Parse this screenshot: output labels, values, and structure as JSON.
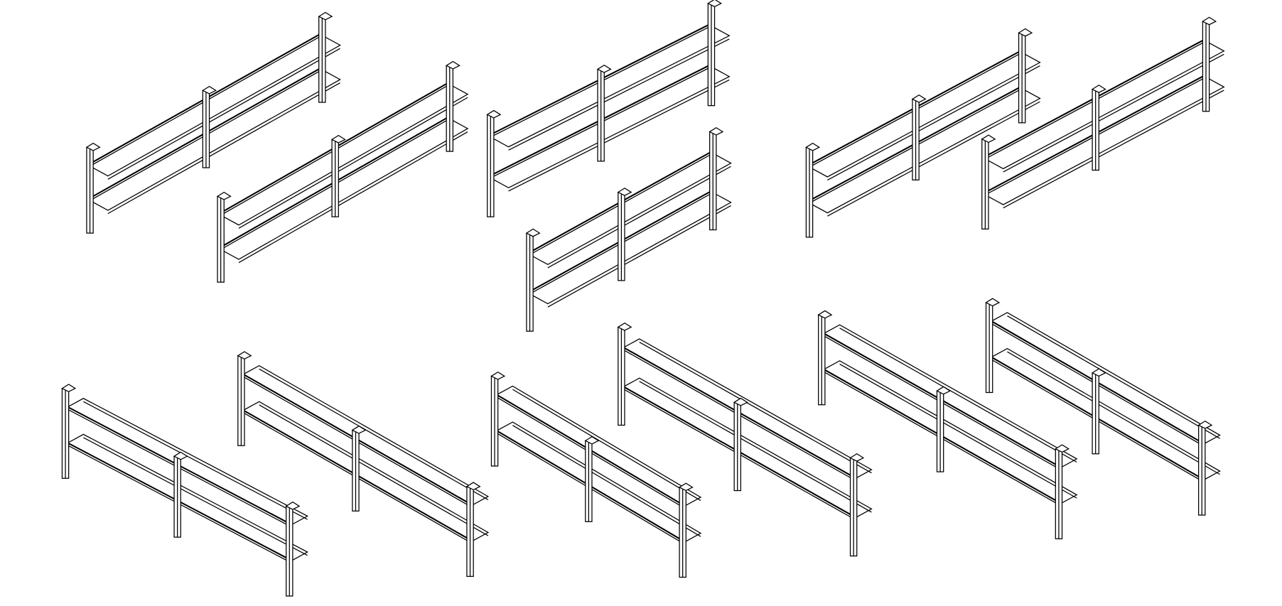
{
  "colors": {
    "stroke": "#000000",
    "background": "#ffffff"
  },
  "drawing": {
    "figure_count": 6,
    "units_per_figure": 2,
    "bays_per_unit": 2,
    "shelf_levels_per_unit": 2
  }
}
